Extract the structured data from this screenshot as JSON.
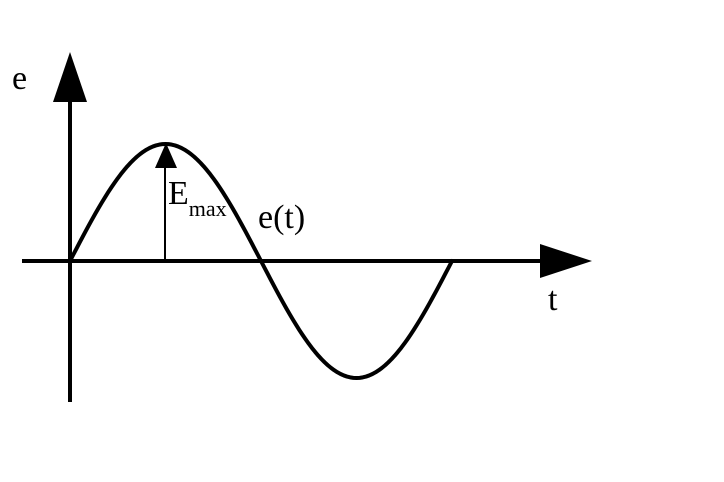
{
  "axes": {
    "vertical_label": "e",
    "horizontal_label": "t"
  },
  "amplitude_marker": {
    "symbol": "E",
    "subscript": "max"
  },
  "curve": {
    "label": "e(t)",
    "shape": "sine",
    "cycles": 1
  },
  "colors": {
    "ink": "#000000",
    "background": "#ffffff"
  }
}
